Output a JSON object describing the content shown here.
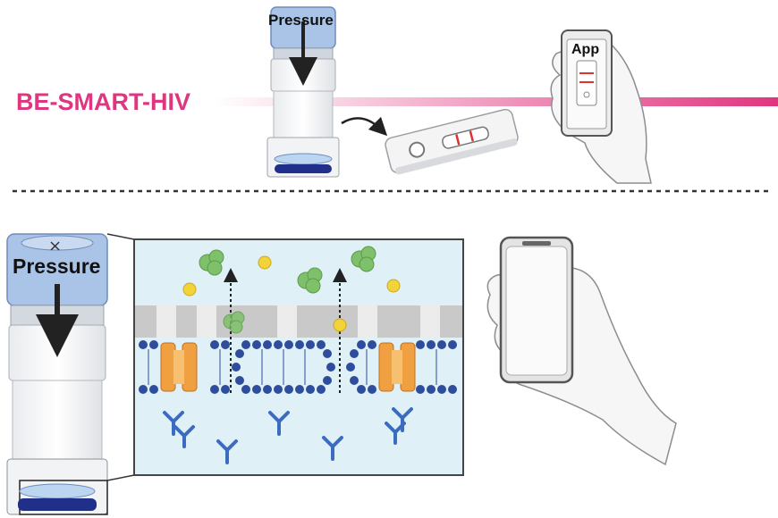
{
  "title": "BE-SMART-HIV",
  "labels": {
    "pressure_top": "Pressure",
    "app": "App",
    "pressure_bottom": "Pressure"
  },
  "colors": {
    "brand_magenta": "#e0357f",
    "cap_blue": "#aac4e8",
    "membrane_blue": "#2e4d9c",
    "antibody_blue": "#3b6cc0",
    "virus_green": "#7fc06a",
    "particle_yellow": "#f2d33a",
    "channel_orange": "#f0a040",
    "panel_bg": "#dff0f6"
  },
  "icons": [
    "arrow-down-icon",
    "curved-arrow-icon",
    "hand-icon",
    "smartphone-icon",
    "test-strip-icon",
    "antibody-icon",
    "virus-icon"
  ]
}
